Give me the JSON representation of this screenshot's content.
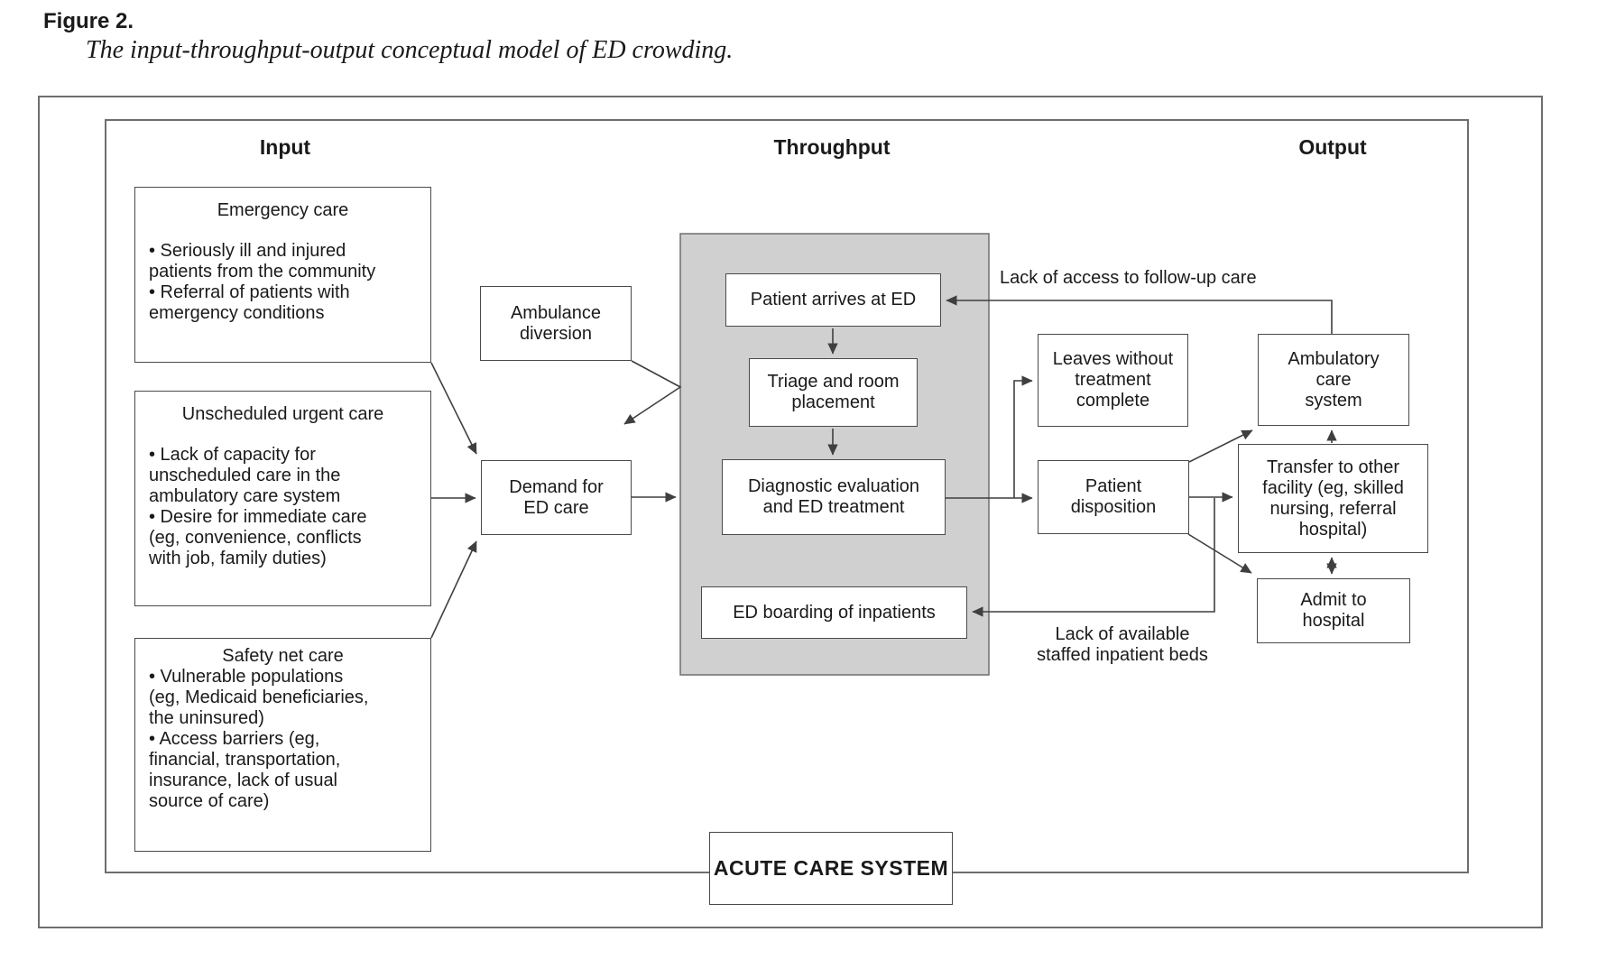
{
  "figure": {
    "label": "Figure 2.",
    "caption": "The input-throughput-output conceptual model of ED crowding."
  },
  "headers": {
    "input": "Input",
    "throughput": "Throughput",
    "output": "Output"
  },
  "input_boxes": {
    "emergency": {
      "title": "Emergency care",
      "bullet_lines": [
        "• Seriously ill and injured",
        "patients from the community",
        "• Referral of patients with",
        "emergency conditions"
      ]
    },
    "unscheduled": {
      "title": "Unscheduled urgent care",
      "bullet_lines": [
        "• Lack of capacity for",
        "unscheduled care in the",
        "ambulatory care system",
        "• Desire for immediate care",
        "(eg, convenience, conflicts",
        "with job, family duties)"
      ]
    },
    "safety_net": {
      "title": "Safety net care",
      "bullet_lines": [
        "• Vulnerable populations",
        "(eg, Medicaid beneficiaries,",
        "the uninsured)",
        "• Access barriers (eg,",
        "financial, transportation,",
        "insurance, lack of usual",
        "source of care)"
      ]
    }
  },
  "boxes": {
    "ambulance_diversion": {
      "lines": [
        "Ambulance",
        "diversion"
      ]
    },
    "demand": {
      "lines": [
        "Demand for",
        "ED care"
      ]
    },
    "patient_arrives": {
      "lines": [
        "Patient arrives at ED"
      ]
    },
    "triage": {
      "lines": [
        "Triage and room",
        "placement"
      ]
    },
    "diagnostic": {
      "lines": [
        "Diagnostic evaluation",
        "and ED treatment"
      ]
    },
    "ed_boarding": {
      "lines": [
        "ED boarding of inpatients"
      ]
    },
    "leaves": {
      "lines": [
        "Leaves without",
        "treatment",
        "complete"
      ]
    },
    "disposition": {
      "lines": [
        "Patient",
        "disposition"
      ]
    },
    "ambulatory": {
      "lines": [
        "Ambulatory",
        "care",
        "system"
      ]
    },
    "transfer": {
      "lines": [
        "Transfer to other",
        "facility (eg, skilled",
        "nursing, referral",
        "hospital)"
      ]
    },
    "admit": {
      "lines": [
        "Admit to",
        "hospital"
      ]
    },
    "acute": {
      "lines": [
        "ACUTE CARE SYSTEM"
      ]
    }
  },
  "annotations": {
    "followup": {
      "lines": [
        "Lack of access to follow-up care"
      ]
    },
    "beds": {
      "lines": [
        "Lack of available",
        "staffed inpatient beds"
      ]
    }
  },
  "colors": {
    "line": "#3f3f3f",
    "box_border": "#4a4a4a",
    "frame_border": "#6e6e6e",
    "throughput_fill": "#d0d0d0",
    "text": "#1a1a1a"
  }
}
